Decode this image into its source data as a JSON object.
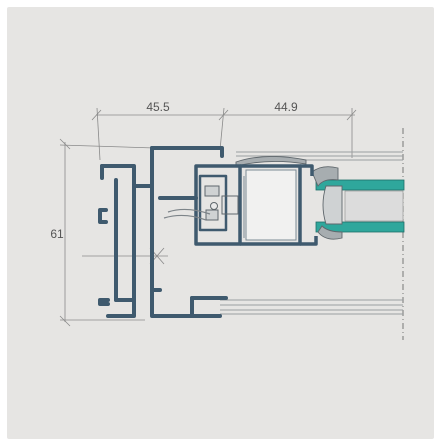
{
  "dimensions": {
    "width_left": "45.5",
    "width_right": "44.9",
    "height": "61"
  },
  "colors": {
    "background": "#e6e5e3",
    "profile": "#3f5a6e",
    "glass": "#2fa79c",
    "gasket": "#9aa0a3",
    "dimension_line": "#8a8a8a",
    "dimension_text": "#555555"
  }
}
